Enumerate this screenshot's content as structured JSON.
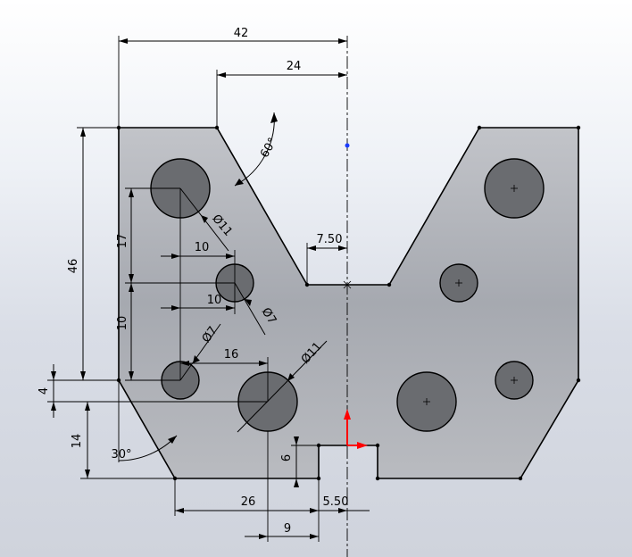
{
  "dimensions": {
    "d42": "42",
    "d24": "24",
    "d60": "60°",
    "d46": "46",
    "d17": "17",
    "d10a": "10",
    "d10b": "10",
    "d10c": "10",
    "d7_50": "7.50",
    "dia11a": "Ø11",
    "dia7a": "Ø7",
    "dia7b": "Ø7",
    "dia11b": "Ø11",
    "d16": "16",
    "d4": "4",
    "d14": "14",
    "d30": "30°",
    "d6": "6",
    "d26": "26",
    "d5_50": "5.50",
    "d9": "9"
  },
  "colors": {
    "part_fill_top": "#bfc1c6",
    "part_fill_bottom": "#a8abb1",
    "hole_fill": "#6a6c70",
    "origin_x_axis": "#ff0000",
    "origin_y_axis": "#ff0000",
    "point_blue": "#1a3cff"
  }
}
